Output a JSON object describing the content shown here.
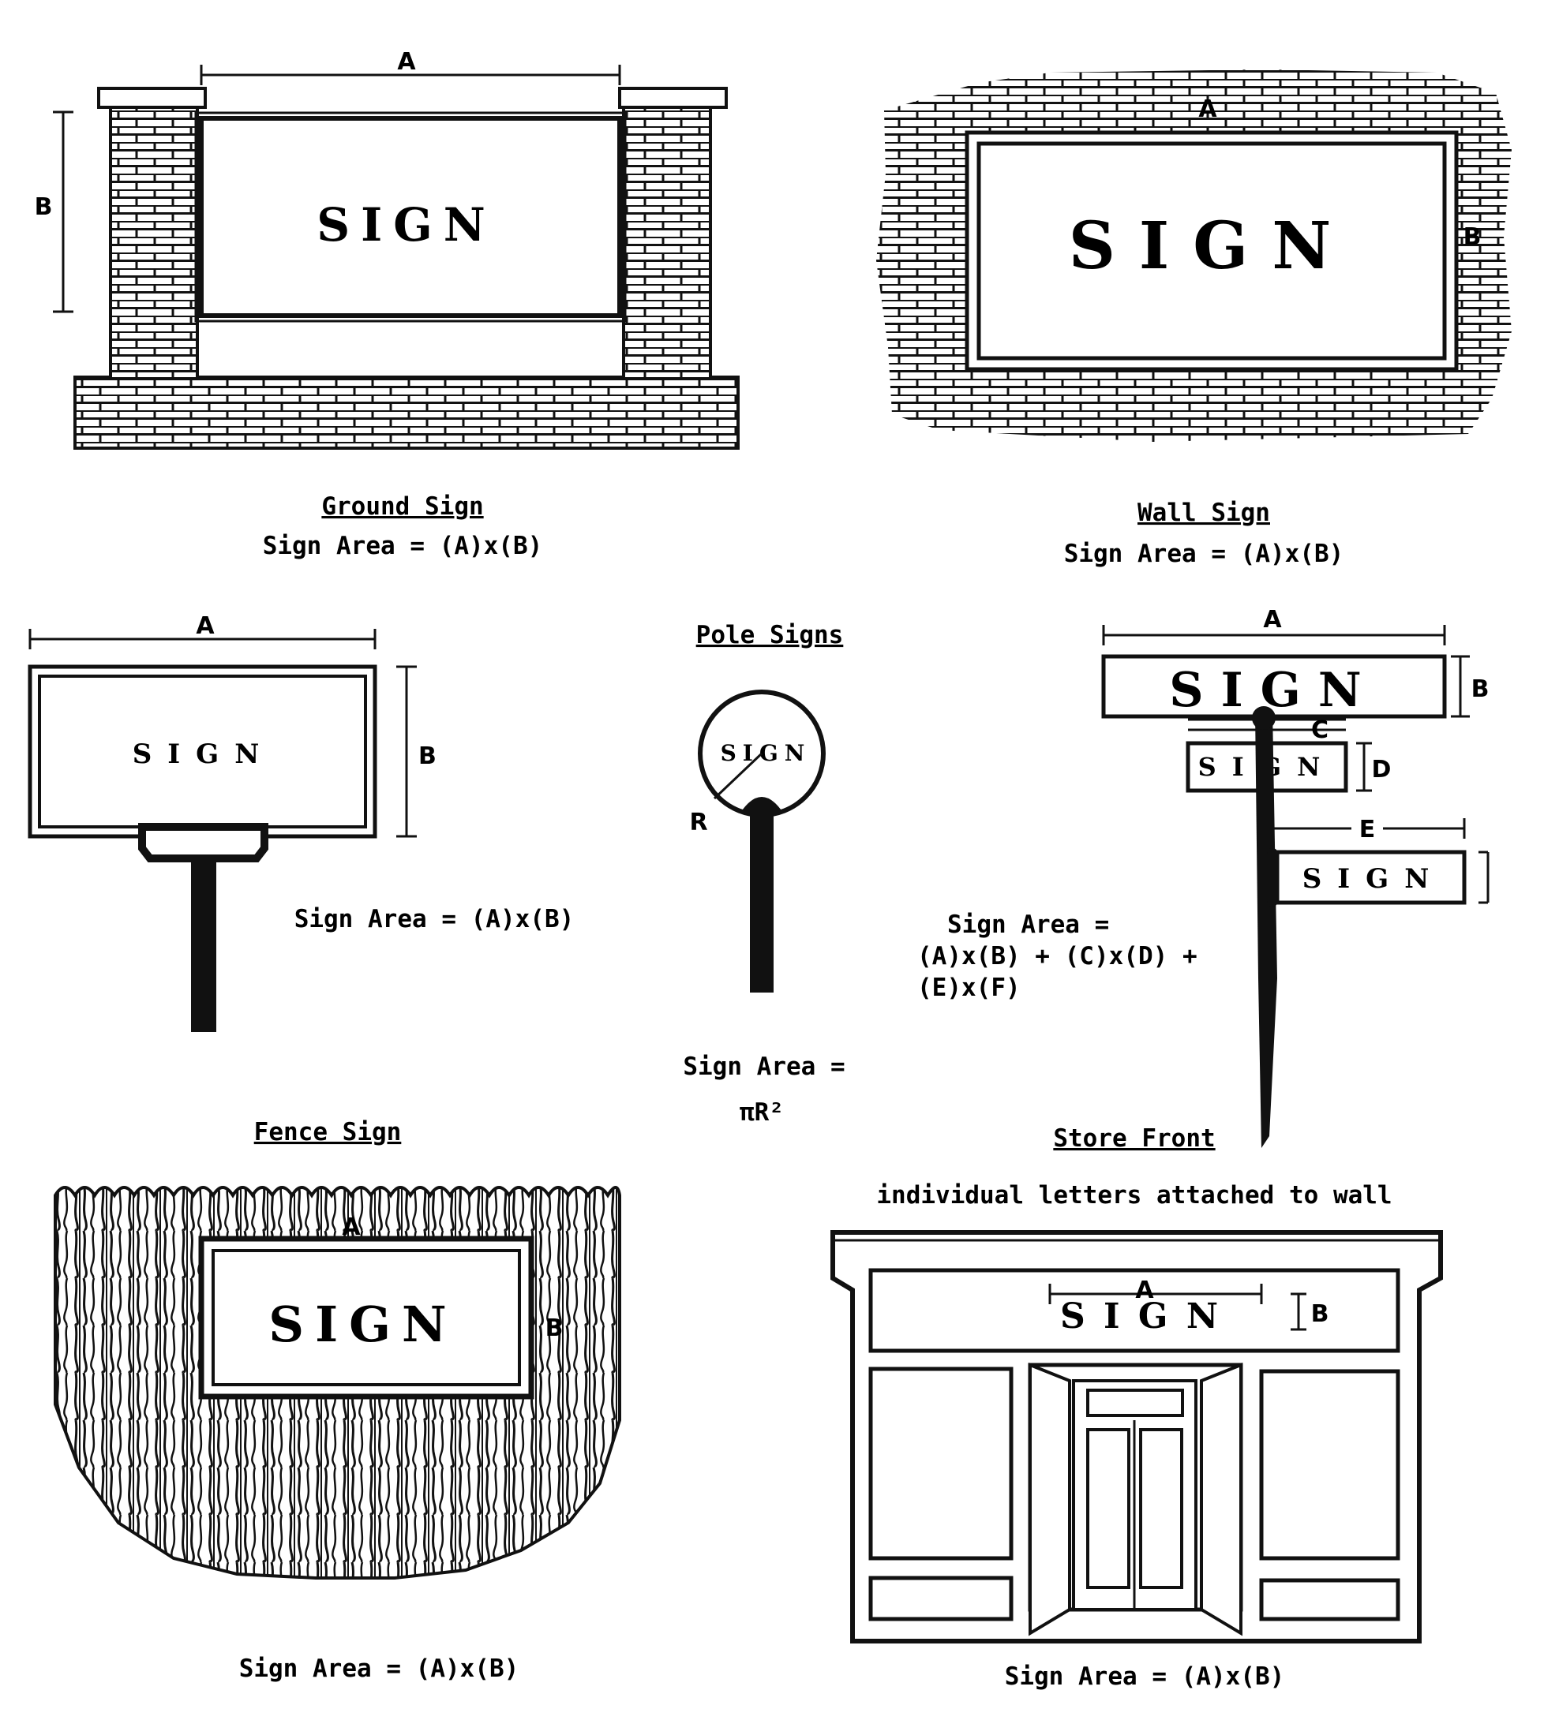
{
  "ground_sign": {
    "title": "Ground Sign",
    "formula": "Sign Area = (A)x(B)",
    "sign_text": "SIGN",
    "dim_a": "A",
    "dim_b": "B"
  },
  "wall_sign": {
    "title": "Wall Sign",
    "formula": "Sign Area = (A)x(B)",
    "sign_text": "SIGN",
    "dim_a": "A",
    "dim_b": "B"
  },
  "pole_sign_rect": {
    "sign_text": "SIGN",
    "formula": "Sign Area = (A)x(B)",
    "dim_a": "A",
    "dim_b": "B"
  },
  "pole_signs": {
    "title": "Pole Signs",
    "sign_text": "SIGN",
    "dim_r": "R",
    "formula_line1": "Sign Area =",
    "formula_line2": "πR²"
  },
  "multi_pole_sign": {
    "sign_text_1": "SIGN",
    "sign_text_2": "SIGN",
    "sign_text_3": "SIGN",
    "dim_a": "A",
    "dim_b": "B",
    "dim_c": "C",
    "dim_d": "D",
    "dim_e": "E",
    "formula_line1": "Sign Area =",
    "formula_line2": "(A)x(B) + (C)x(D) +",
    "formula_line3": "(E)x(F)"
  },
  "fence_sign": {
    "title": "Fence Sign",
    "sign_text": "SIGN",
    "formula": "Sign Area = (A)x(B)",
    "dim_a": "A",
    "dim_b": "B"
  },
  "store_front": {
    "title": "Store Front",
    "subtitle": "individual letters attached to wall",
    "sign_text": "S I G N",
    "formula": "Sign Area = (A)x(B)",
    "dim_a": "A",
    "dim_b": "B"
  }
}
